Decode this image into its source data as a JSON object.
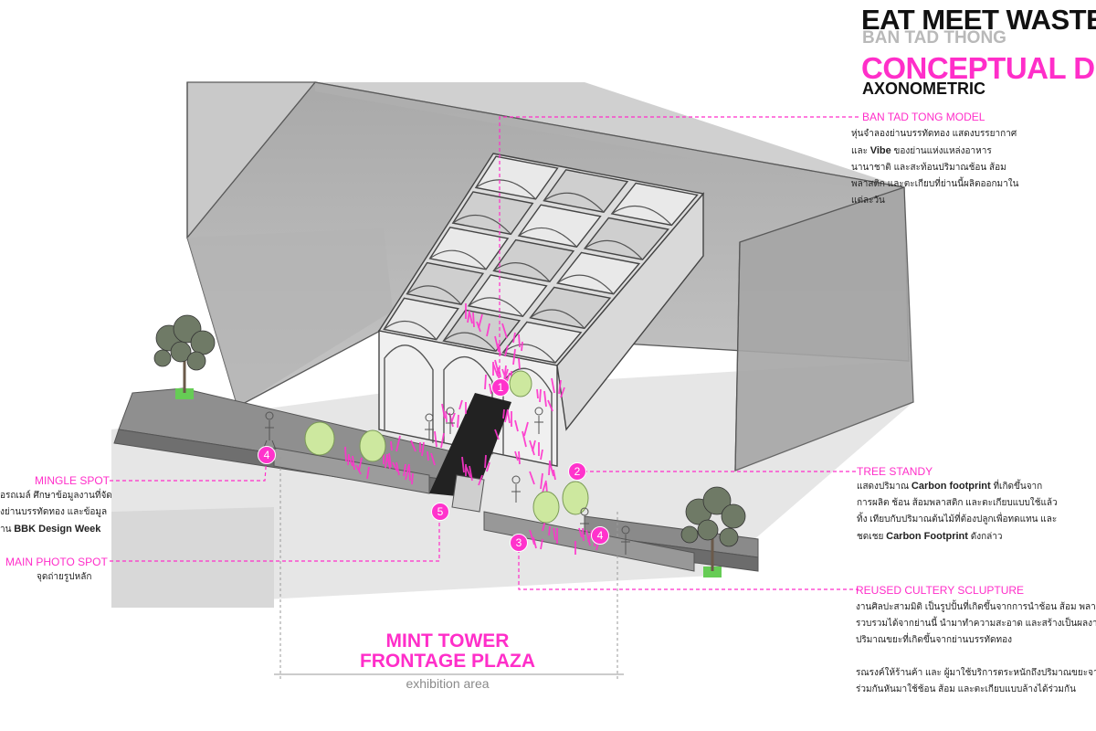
{
  "header": {
    "title": "EAT MEET WASTE",
    "subtitle": "BAN TAD THONG",
    "heading": "CONCEPTUAL DES",
    "view": "AXONOMETRIC"
  },
  "annotations": {
    "model": {
      "label": "BAN TAD TONG MODEL",
      "lines": [
        "หุ่นจำลองย่านบรรทัดทอง แสดงบรรยากาศ",
        "และ Vibe ของย่านแห่งแหล่งอาหาร",
        "นานาชาติ และสะท้อนปริมาณช้อน ส้อม",
        "พลาสติก และตะเกียบที่ย่านนี้ผลิตออกมาใน",
        "แต่ละวัน"
      ]
    },
    "tree": {
      "label": "TREE STANDY",
      "lines": [
        "แสดงปริมาณ Carbon footprint ที่เกิดขึ้นจาก",
        "การผลิต ช้อน ส้อมพลาสติก และตะเกียบแบบใช้แล้ว",
        "ทิ้ง เทียบกับปริมาณต้นไม้ที่ต้องปลูกเพื่อทดแทน และ",
        "ชดเชย Carbon Footprint ดังกล่าว"
      ]
    },
    "sculpture": {
      "label": "REUSED CULTERY SCLUPTURE",
      "lines": [
        "งานศิลปะสามมิติ เป็นรูปปั้นที่เกิดขึ้นจากการนำช้อน ส้อม พลาสติก",
        "รวบรวมได้จากย่านนี้ นำมาทำความสะอาด และสร้างเป็นผลงานศิลป",
        "ปริมาณขยะที่เกิดขึ้นจากย่านบรรทัดทอง",
        "",
        "รณรงค์ให้ร้านค้า และ ผู้มาใช้บริการตระหนักถึงปริมาณขยะจากอุป",
        "ร่วมกันหันมาใช้ช้อน ส้อม และตะเกียบแบบล้างได้ร่วมกัน"
      ]
    },
    "mingle": {
      "label": "MINGLE SPOT",
      "lines": [
        "อรถเมล์ ศึกษาข้อมูลงานที่จัด",
        "งย่านบรรทัดทอง และข้อมูล",
        "าน BBK Design Week"
      ]
    },
    "photo": {
      "label": "MAIN PHOTO SPOT",
      "lines": [
        "จุดถ่ายรูปหลัก"
      ]
    }
  },
  "markers": [
    "1",
    "2",
    "3",
    "4",
    "4",
    "5"
  ],
  "plaza": {
    "line1": "MINT TOWER",
    "line2": "FRONTAGE PLAZA",
    "caption": "exhibition area"
  },
  "colors": {
    "accent": "#ff2ec9",
    "wall": "#b8b8b8",
    "floor": "#e3e3e3",
    "foliage": "#c9e79a"
  }
}
